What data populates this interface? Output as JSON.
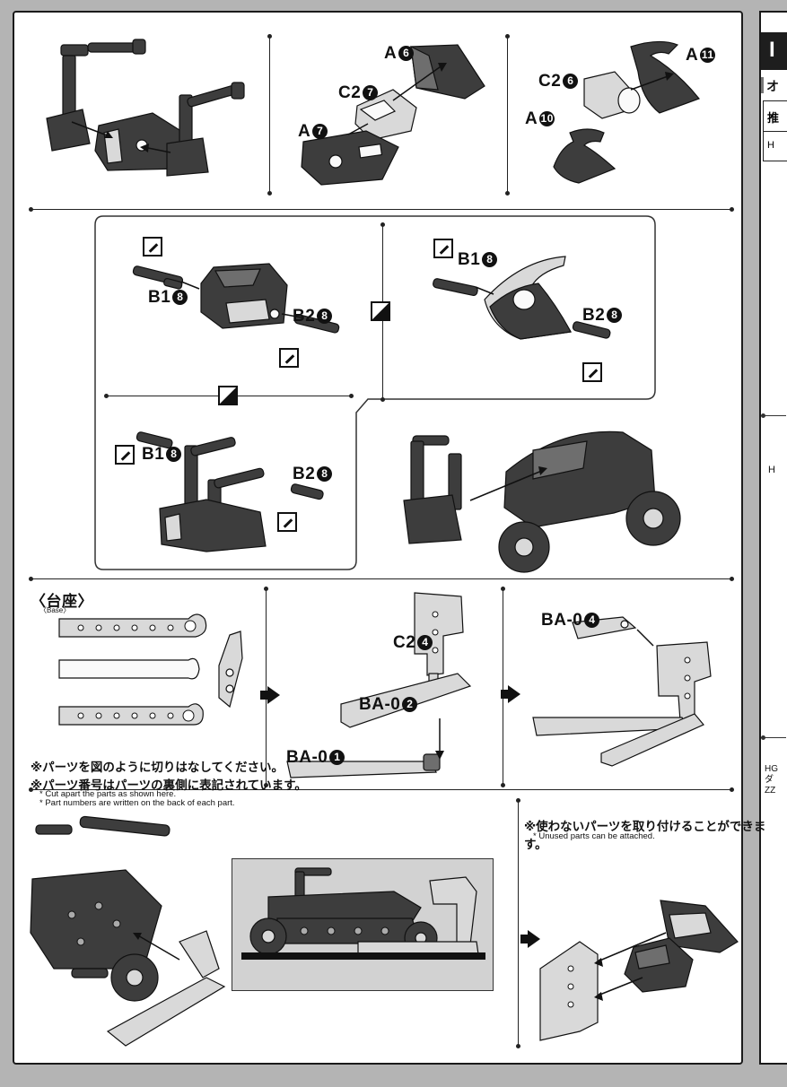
{
  "right_column": {
    "header_char": "I",
    "sub_char": "オ",
    "table_header_char": "推",
    "table_row_char": "H",
    "mid_char": "H",
    "footer_lines": [
      "HG",
      "ダ",
      "ZZ"
    ]
  },
  "step1": {
    "labels": [
      {
        "part": "A",
        "num": "6"
      },
      {
        "part": "C2",
        "num": "7"
      },
      {
        "part": "A",
        "num": "7"
      },
      {
        "part": "A",
        "num": "11"
      },
      {
        "part": "C2",
        "num": "6"
      },
      {
        "part": "A",
        "num": "10"
      }
    ]
  },
  "step2": {
    "labels": [
      {
        "part": "B1",
        "num": "8"
      },
      {
        "part": "B2",
        "num": "8"
      },
      {
        "part": "B1",
        "num": "8"
      },
      {
        "part": "B2",
        "num": "8"
      },
      {
        "part": "B1",
        "num": "8"
      },
      {
        "part": "B2",
        "num": "8"
      }
    ]
  },
  "base": {
    "title": "〈台座〉",
    "title_en": "〈Base〉",
    "note1_jp": "※パーツを図のように切りはなしてください。",
    "note1_en": "* Cut apart the parts as shown here.",
    "note2_jp": "※パーツ番号はパーツの裏側に表記されています。",
    "note2_en": "* Part numbers are written on the back of each part.",
    "labels": [
      {
        "part": "C2",
        "num": "4"
      },
      {
        "part": "BA-0",
        "num": "2"
      },
      {
        "part": "BA-0",
        "num": "1"
      },
      {
        "part": "BA-0",
        "num": "4"
      }
    ]
  },
  "unused": {
    "note_jp": "※使わないパーツを取り付けることができます。",
    "note_en": "* Unused parts can be attached."
  }
}
